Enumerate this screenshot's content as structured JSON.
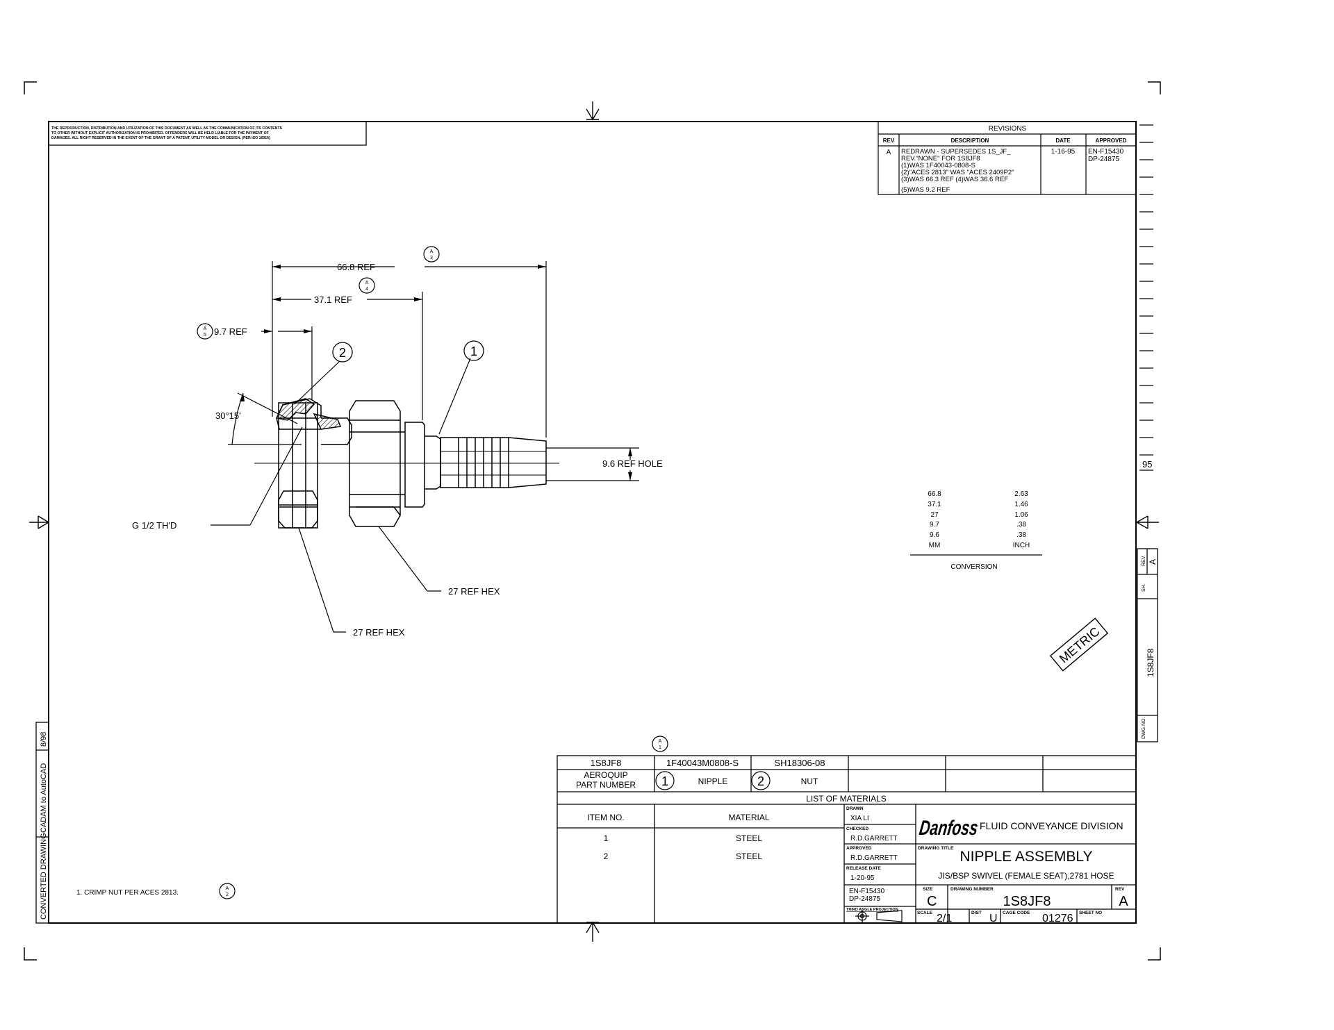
{
  "copyright_notice": [
    "THE REPRODUCTION, DISTRIBUTION AND UTILIZATION OF THIS DOCUMENT AS WELL AS THE COMMUNICATION OF ITS CONTENTS",
    "TO OTHER WITHOUT EXPLICIT AUTHORIZATION IS PROHIBITED. OFFENDERS WILL BE HELD LIABLE FOR THE PAYMENT OF",
    "DAMAGES. ALL RIGHT RESERVED IN THE EVENT OF THE GRANT OF A PATENT, UTILITY MODEL OR DESIGN. (PER ISO 16016)"
  ],
  "revisions": {
    "title": "REVISIONS",
    "headers": {
      "rev": "REV",
      "description": "DESCRIPTION",
      "date": "DATE",
      "approved": "APPROVED"
    },
    "row": {
      "rev": "A",
      "description": [
        "REDRAWN - SUPERSEDES 1S_JF_",
        "REV.\"NONE\" FOR 1S8JF8",
        "(1)WAS 1F40043-0808-S",
        "(2)\"ACES 2813\" WAS \"ACES 2409P2\"",
        "(3)WAS 66.3 REF (4)WAS 36.6 REF",
        "(5)WAS 9.2 REF"
      ],
      "date": "1-16-95",
      "approved": [
        "EN-F15430",
        "DP-24875"
      ]
    }
  },
  "dimensions": {
    "overall": "66.8 REF",
    "mid": "37.1 REF",
    "small": "9.7 REF",
    "angle": "30°15'",
    "hole": "9.6 REF HOLE",
    "thread": "G 1/2 TH'D",
    "hex_nipple": "27 REF HEX",
    "hex_nut": "27 REF HEX"
  },
  "rev_flags": {
    "letter": "A",
    "n_overall": "3",
    "n_mid": "4",
    "n_small": "5",
    "n_part": "1",
    "n_note": "2"
  },
  "balloons": {
    "item1": "1",
    "item2": "2"
  },
  "conversion": {
    "mm": [
      "66.8",
      "37.1",
      "27",
      "9.7",
      "9.6"
    ],
    "inch": [
      "2.63",
      "1.46",
      "1.06",
      ".38",
      ".38"
    ],
    "unit_mm": "MM",
    "unit_inch": "INCH",
    "title": "CONVERSION"
  },
  "metric_stamp": "METRIC",
  "right_margin": {
    "zone_number": "95",
    "rev_label": "REV.",
    "rev_value": "A",
    "sheet_label": "SH.",
    "dwg_label": "DWG.NO.",
    "dwg_value": "1S8JF8"
  },
  "left_margin": {
    "converted": "CONVERTED DRAWING",
    "cadam": "CADAM to AutoCAD",
    "date": "8/98"
  },
  "note": "1.  CRIMP NUT PER ACES 2813.",
  "parts": {
    "assembly": "1S8JF8",
    "nipple_pn": "1F40043M0808-S",
    "nut_pn": "SH18306-08",
    "label_line1": "AEROQUIP",
    "label_line2": "PART NUMBER",
    "nipple_name": "NIPPLE",
    "nut_name": "NUT"
  },
  "materials": {
    "title": "LIST OF MATERIALS",
    "col_item": "ITEM NO.",
    "col_material": "MATERIAL",
    "rows": [
      {
        "item": "1",
        "material": "STEEL"
      },
      {
        "item": "2",
        "material": "STEEL"
      }
    ]
  },
  "title_block": {
    "drawn_label": "DRAWN",
    "drawn_value": "XIA LI",
    "checked_label": "CHECKED",
    "checked_value": "R.D.GARRETT",
    "approved_label": "APPROVED",
    "approved_value": "R.D.GARRETT",
    "release_label": "RELEASE DATE",
    "release_value": "1-20-95",
    "ecn1": "EN-F15430",
    "ecn2": "DP-24875",
    "projection_label": "THIRD ANGLE PROJECTION",
    "logo": "Danfoss",
    "division": "FLUID CONVEYANCE DIVISION",
    "title_label": "DRAWING TITLE",
    "title": "NIPPLE ASSEMBLY",
    "subtitle": "JIS/BSP SWIVEL (FEMALE SEAT),2781 HOSE",
    "size_label": "SIZE",
    "size_value": "C",
    "dwgno_label": "DRAWING NUMBER",
    "dwgno_value": "1S8JF8",
    "rev_label": "REV",
    "rev_value": "A",
    "scale_label": "SCALE",
    "scale_value": "2/1",
    "dist_label": "DIST",
    "dist_value": "U",
    "cage_label": "CAGE CODE",
    "cage_value": "01276",
    "sheet_label": "SHEET NO"
  }
}
